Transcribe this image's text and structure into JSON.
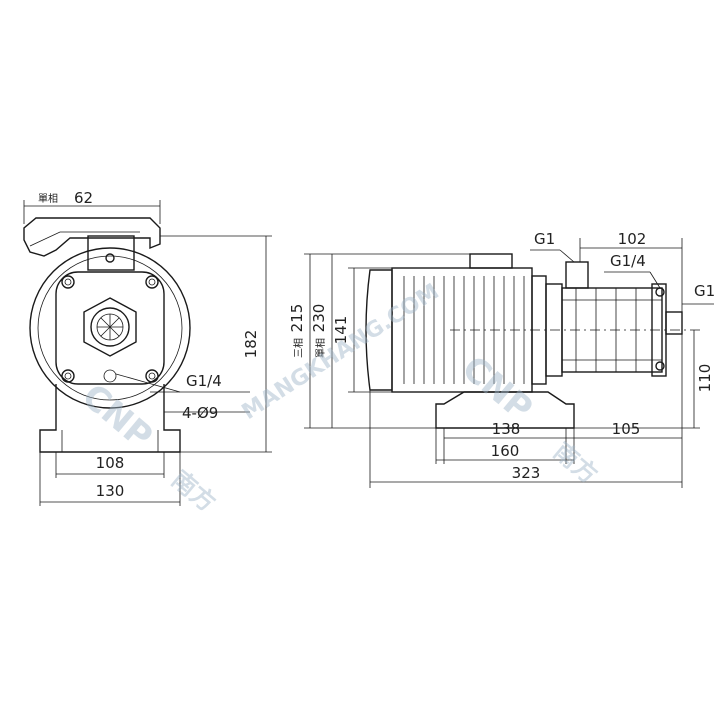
{
  "diagram": {
    "front_view": {
      "top_label": "單相",
      "dim_top_width": "62",
      "dim_height": "182",
      "dim_base_inner": "108",
      "dim_base_outer": "130",
      "label_port": "G1/4",
      "label_holes": "4-Ø9"
    },
    "side_view": {
      "label_inlet_top": "G1",
      "label_port_top": "G1/4",
      "label_outlet_right": "G1",
      "dim_pump_length": "102",
      "dim_height_single": "215",
      "dim_height_three": "230",
      "label_single": "單相",
      "label_three": "三相",
      "dim_motor_dia": "141",
      "dim_outlet_height": "110",
      "dim_base_inner": "138",
      "dim_base_right": "105",
      "dim_base_outer": "160",
      "dim_total_length": "323"
    },
    "watermarks": {
      "url": "MANGKHANG.COM",
      "brand": "CNP",
      "brand_suffix": "南方"
    }
  }
}
